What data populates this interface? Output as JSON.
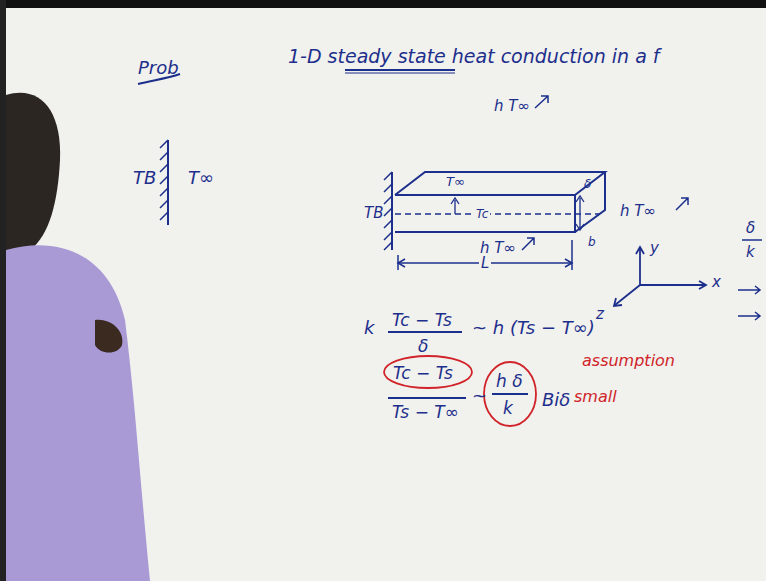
{
  "diagram": {
    "title": "1-D steady state heat conduction in a f",
    "labels": [
      "Prob",
      "TB",
      "T∞",
      "h T∞",
      "TB",
      "T∞",
      "Tc",
      "δ",
      "b",
      "h T∞",
      "h T∞",
      "L",
      "y",
      "x",
      "z",
      "k",
      "Tc − Ts",
      "δ",
      "~ h (Ts − T∞)",
      "Tc − Ts",
      "Ts − T∞",
      "~",
      "h δ",
      "k",
      "Biδ",
      "assumption",
      "small",
      "δ",
      "k"
    ]
  }
}
